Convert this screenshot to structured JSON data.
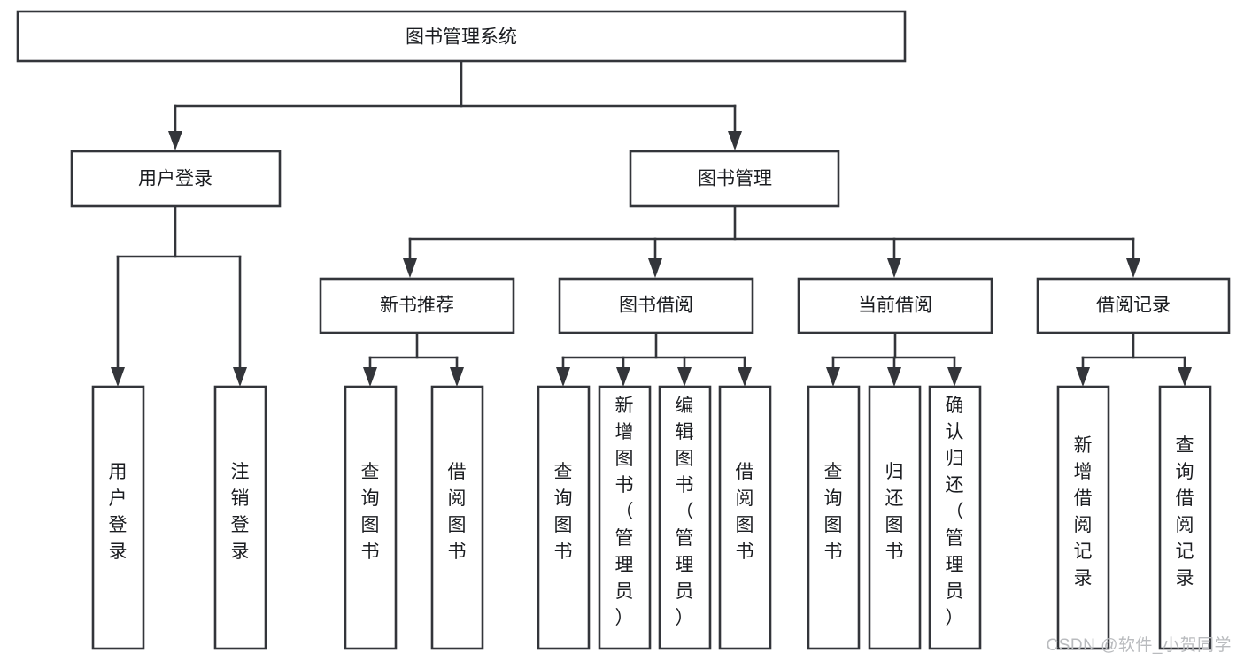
{
  "diagram": {
    "type": "tree-flowchart",
    "title": "图书管理系统",
    "watermark": "CSDN @软件_小贺同学",
    "colors": {
      "stroke": "#33353a",
      "box_fill": "#ffffff",
      "text": "#1b1d21",
      "background": "#ffffff",
      "watermark": "#b9bbbe"
    },
    "root": {
      "label": "图书管理系统"
    },
    "level1": [
      {
        "label": "用户登录"
      },
      {
        "label": "图书管理"
      }
    ],
    "level2": [
      {
        "label": "新书推荐"
      },
      {
        "label": "图书借阅"
      },
      {
        "label": "当前借阅"
      },
      {
        "label": "借阅记录"
      }
    ],
    "leaves": {
      "user_login": [
        {
          "label": "用户登录"
        },
        {
          "label": "注销登录"
        }
      ],
      "new_book_recommend": [
        {
          "label": "查询图书"
        },
        {
          "label": "借阅图书"
        }
      ],
      "book_borrow": [
        {
          "label": "查询图书"
        },
        {
          "label": "新增图书（管理员）"
        },
        {
          "label": "编辑图书（管理员）"
        },
        {
          "label": "借阅图书"
        }
      ],
      "current_borrow": [
        {
          "label": "查询图书"
        },
        {
          "label": "归还图书"
        },
        {
          "label": "确认归还（管理员）"
        }
      ],
      "borrow_record": [
        {
          "label": "新增借阅记录"
        },
        {
          "label": "查询借阅记录"
        }
      ]
    }
  }
}
